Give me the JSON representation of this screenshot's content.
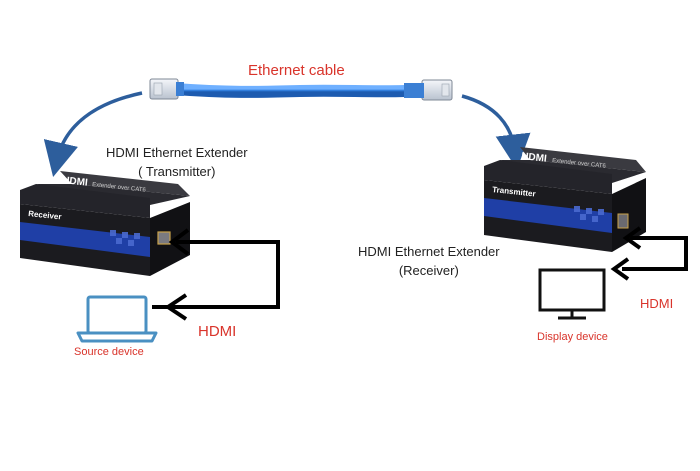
{
  "cable": {
    "label": "Ethernet cable"
  },
  "transmitter": {
    "title_line1": "HDMI Ethernet Extender",
    "title_line2": "( Transmitter)",
    "box_logo": "HDMI",
    "box_subtitle": "Extender over CAT6",
    "box_label": "Receiver"
  },
  "receiver": {
    "title_line1": "HDMI Ethernet Extender",
    "title_line2": "(Receiver)",
    "box_logo": "HDMI",
    "box_subtitle": "Extender over CAT6",
    "box_label": "Transmitter"
  },
  "connections": {
    "left_hdmi": "HDMI",
    "right_hdmi": "HDMI"
  },
  "devices": {
    "source": "Source device",
    "display": "Display device"
  },
  "colors": {
    "cable": "#2f7fe0",
    "arrow": "#2d5e9c",
    "label_red": "#d9342b",
    "box_dark": "#1b1b1f",
    "box_blue": "#1f3fa6",
    "device_blue": "#4a90c2"
  }
}
